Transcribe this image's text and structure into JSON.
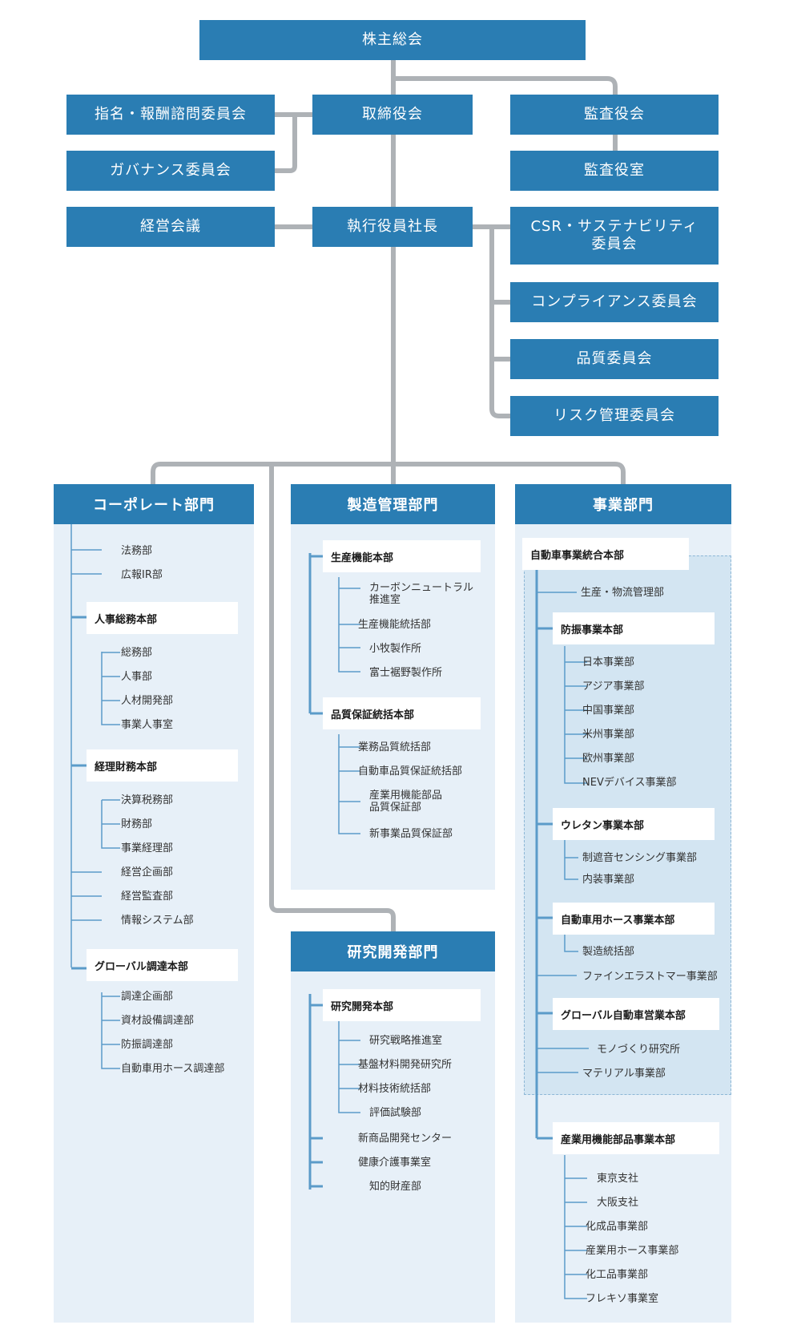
{
  "top": {
    "shareholders": "株主総会",
    "board": "取締役会",
    "nomination": "指名・報酬諮問委員会",
    "governance": "ガバナンス委員会",
    "auditors": "監査役会",
    "auditors_office": "監査役室",
    "mgmt_meeting": "経営会議",
    "president": "執行役員社長",
    "csr_line1": "CSR・サステナビリティ",
    "csr_line2": "委員会",
    "compliance": "コンプライアンス委員会",
    "quality": "品質委員会",
    "risk": "リスク管理委員会"
  },
  "corporate": {
    "title": "コーポレート部門",
    "legal": "法務部",
    "pr_ir": "広報IR部",
    "hr_hq": "人事総務本部",
    "hr_items": [
      "総務部",
      "人事部",
      "人材開発部",
      "事業人事室"
    ],
    "fin_hq": "経理財務本部",
    "fin_items": [
      "決算税務部",
      "財務部",
      "事業経理部"
    ],
    "mgmt_planning": "経営企画部",
    "mgmt_audit": "経営監査部",
    "it_systems": "情報システム部",
    "proc_hq": "グローバル調達本部",
    "proc_items": [
      "調達企画部",
      "資材設備調達部",
      "防振調達部",
      "自動車用ホース調達部"
    ]
  },
  "manufacturing": {
    "title": "製造管理部門",
    "prod_hq": "生産機能本部",
    "prod_carbon_1": "カーボンニュートラル",
    "prod_carbon_2": "推進室",
    "prod_items": [
      "生産機能統括部",
      "小牧製作所",
      "富士裾野製作所"
    ],
    "qa_hq": "品質保証統括本部",
    "qa_item1": "業務品質統括部",
    "qa_item2": "自動車品質保証統括部",
    "qa_item3_1": "産業用機能部品",
    "qa_item3_2": "品質保証部",
    "qa_item4": "新事業品質保証部"
  },
  "rnd": {
    "title": "研究開発部門",
    "hq": "研究開発本部",
    "hq_items": [
      "研究戦略推進室",
      "基盤材料開発研究所",
      "材料技術統括部",
      "評価試験部"
    ],
    "new_products": "新商品開発センター",
    "healthcare": "健康介護事業室",
    "ip": "知的財産部"
  },
  "business": {
    "title": "事業部門",
    "auto_hq": "自動車事業統合本部",
    "logistics": "生産・物流管理部",
    "avs_hq": "防振事業本部",
    "avs_items": [
      "日本事業部",
      "アジア事業部",
      "中国事業部",
      "米州事業部",
      "欧州事業部",
      "NEVデバイス事業部"
    ],
    "urethane_hq": "ウレタン事業本部",
    "urethane_items": [
      "制遮音センシング事業部",
      "内装事業部"
    ],
    "hose_hq": "自動車用ホース事業本部",
    "hose_items": [
      "製造統括部"
    ],
    "fine_elastomer": "ファインエラストマー事業部",
    "global_auto_hq": "グローバル自動車営業本部",
    "monozukuri": "モノづくり研究所",
    "material": "マテリアル事業部",
    "industrial_hq": "産業用機能部品事業本部",
    "industrial_items": [
      "東京支社",
      "大阪支社",
      "化成品事業部",
      "産業用ホース事業部",
      "化工品事業部",
      "フレキソ事業室"
    ]
  },
  "colors": {
    "box_blue": "#2a7db3",
    "panel_bg": "#e7f0f8",
    "connector_gray": "#aeb2b6",
    "tree_blue": "#5b9bc9"
  }
}
